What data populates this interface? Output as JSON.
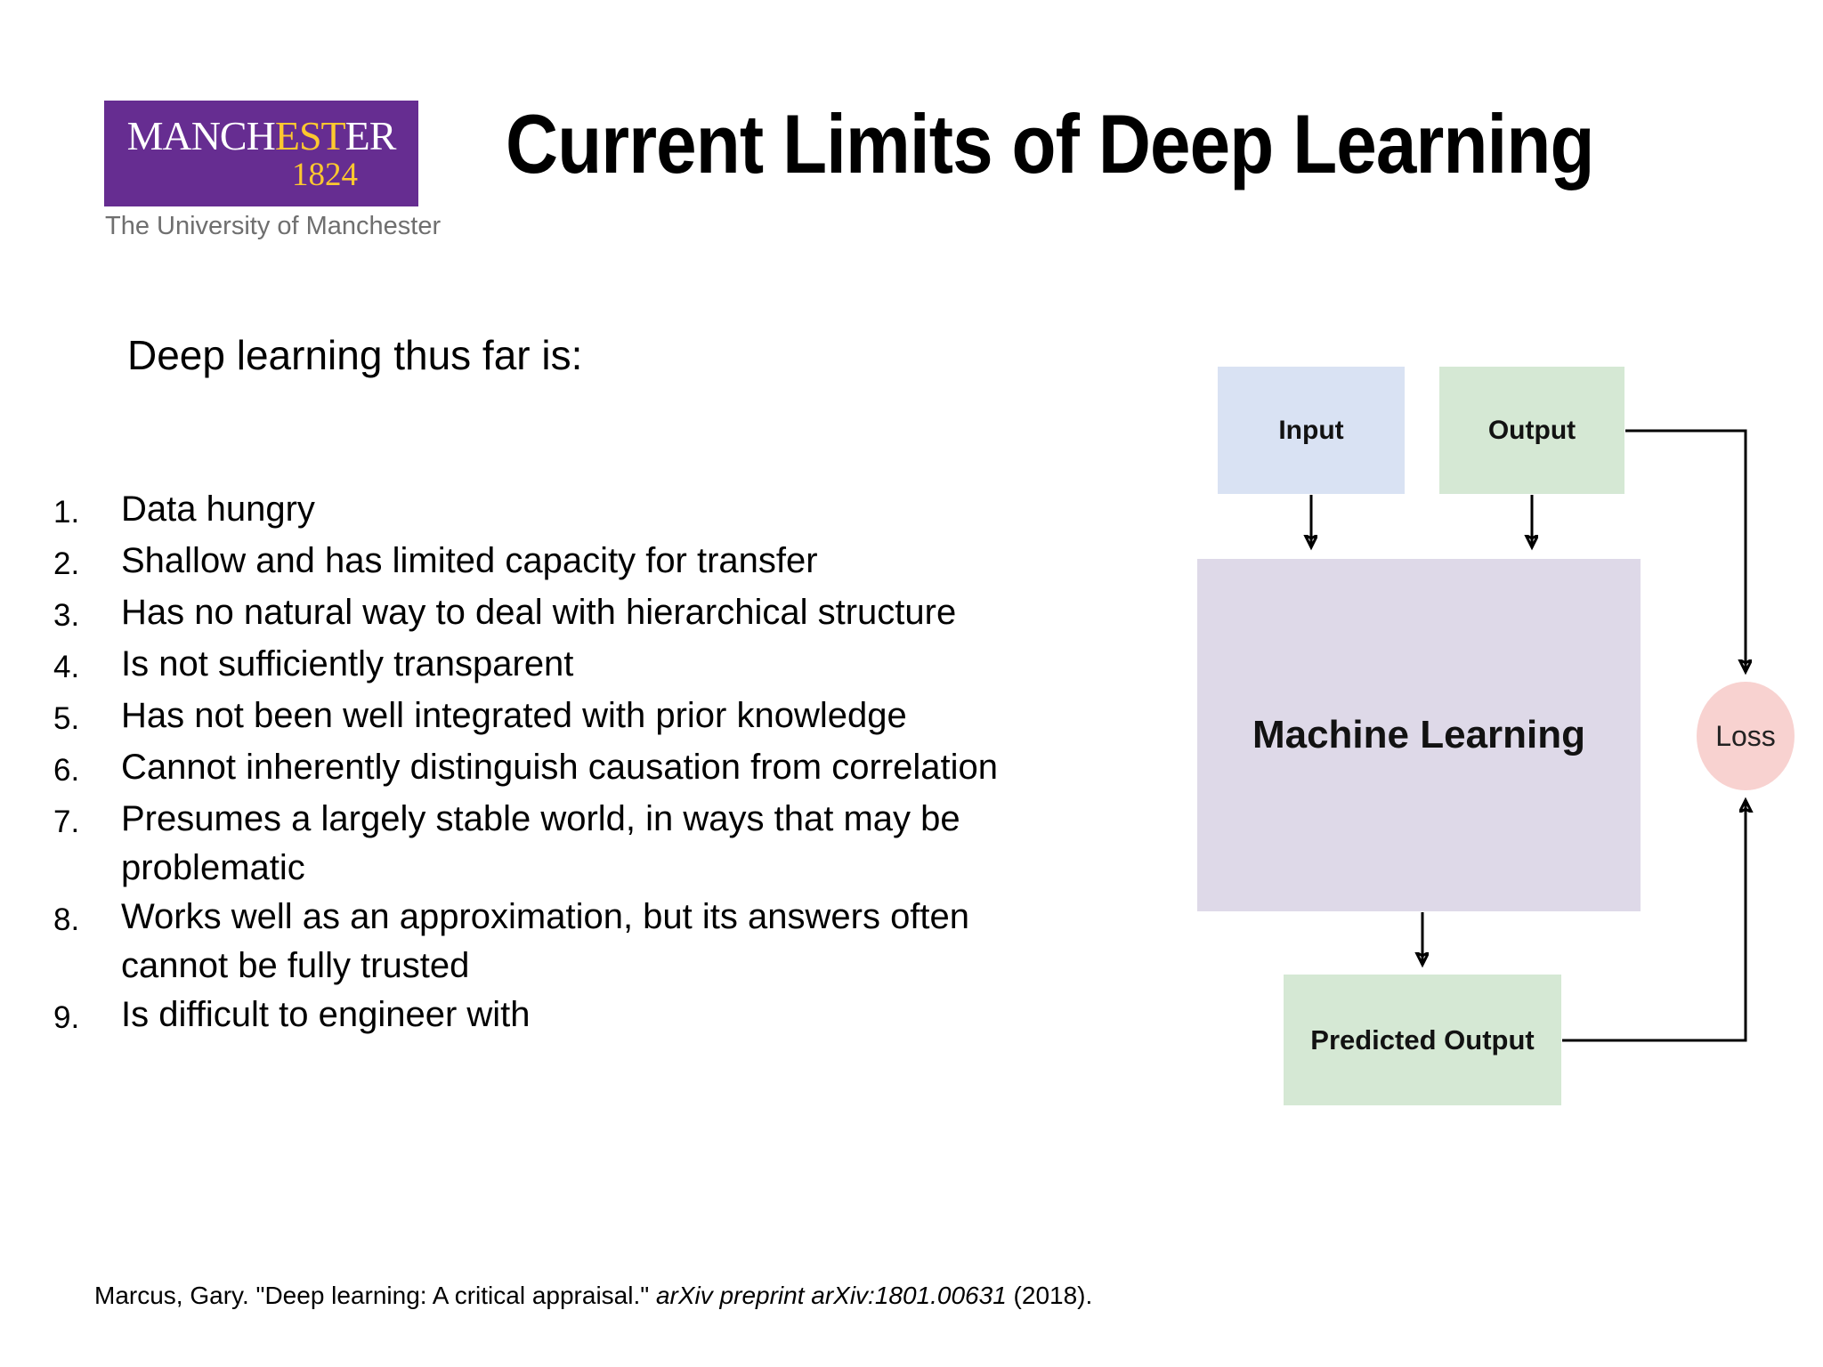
{
  "logo": {
    "wordmark_prefix": "MANCH",
    "wordmark_highlight": "EST",
    "wordmark_suffix": "ER",
    "year": "1824",
    "tagline": "The University of Manchester",
    "purple": "#662d91",
    "gold": "#fdc82f"
  },
  "header": {
    "title": "Current Limits of Deep Learning"
  },
  "body": {
    "intro": "Deep learning thus far is:",
    "list_items": [
      {
        "num": "1.",
        "text": "Data hungry"
      },
      {
        "num": "2.",
        "text": "Shallow and has limited capacity for transfer"
      },
      {
        "num": "3.",
        "text": "Has no natural way to deal with hierarchical structure"
      },
      {
        "num": "4.",
        "text": "Is not sufficiently transparent"
      },
      {
        "num": "5.",
        "text": "Has not been well integrated with prior knowledge"
      },
      {
        "num": "6.",
        "text": "Cannot inherently distinguish causation from correlation"
      },
      {
        "num": "7.",
        "text": "Presumes a largely stable world, in ways that may be\nproblematic"
      },
      {
        "num": "8.",
        "text": "Works well as an approximation, but its answers often\ncannot be fully trusted"
      },
      {
        "num": "9.",
        "text": "Is difficult to engineer with"
      }
    ]
  },
  "diagram": {
    "input_label": "Input",
    "output_label": "Output",
    "ml_label": "Machine Learning",
    "predicted_label": "Predicted Output",
    "loss_label": "Loss",
    "colors": {
      "input_fill": "#d9e2f3",
      "output_fill": "#d5e8d4",
      "ml_fill": "#ded9e8",
      "predicted_fill": "#d5e8d4",
      "loss_fill": "#f8d2d0",
      "line": "#000000"
    }
  },
  "citation": {
    "prefix": "Marcus, Gary. \"Deep learning: A critical appraisal.\" ",
    "italic": "arXiv preprint arXiv:1801.00631",
    "suffix": " (2018)."
  }
}
